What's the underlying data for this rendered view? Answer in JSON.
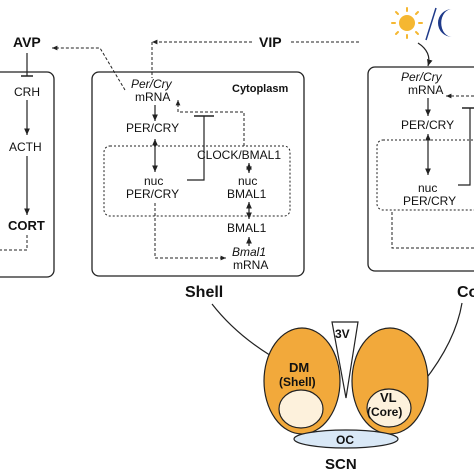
{
  "hpa": {
    "avp": "AVP",
    "crh": "CRH",
    "acth": "ACTH",
    "cort": "CORT"
  },
  "vip": "VIP",
  "shell_box": {
    "cytoplasm": "Cytoplasm",
    "percry_gene": "Per/Cry",
    "mrna_1": "mRNA",
    "percry_protein": "PER/CRY",
    "clock_bmal1": "CLOCK/BMAL1",
    "nuc_left": "nuc",
    "nuc_percry": "PER/CRY",
    "nuc_right": "nuc",
    "nuc_bmal1": "BMAL1",
    "bmal1_protein": "BMAL1",
    "bmal1_gene": "Bmal1",
    "mrna_2": "mRNA"
  },
  "core_box": {
    "percry_gene": "Per/Cry",
    "mrna": "mRNA",
    "percry_protein": "PER/CRY",
    "nuc": "nuc",
    "nuc_percry": "PER/CRY"
  },
  "labels": {
    "shell": "Shell",
    "core_partial": "Co"
  },
  "scn": {
    "third_ventricle": "3V",
    "dm": "DM",
    "dm_sub": "(Shell)",
    "vl": "VL",
    "vl_sub": "(Core)",
    "oc": "OC",
    "scn_label": "SCN"
  },
  "colors": {
    "nucleus_fill": "#f2a93b",
    "inner_fill": "#fdf1dc",
    "oc_fill": "#d9e8f6",
    "sun": "#f5b731",
    "moon": "#1f3a8a",
    "line": "#222222"
  },
  "icons": [
    "sun-icon",
    "moon-icon"
  ]
}
